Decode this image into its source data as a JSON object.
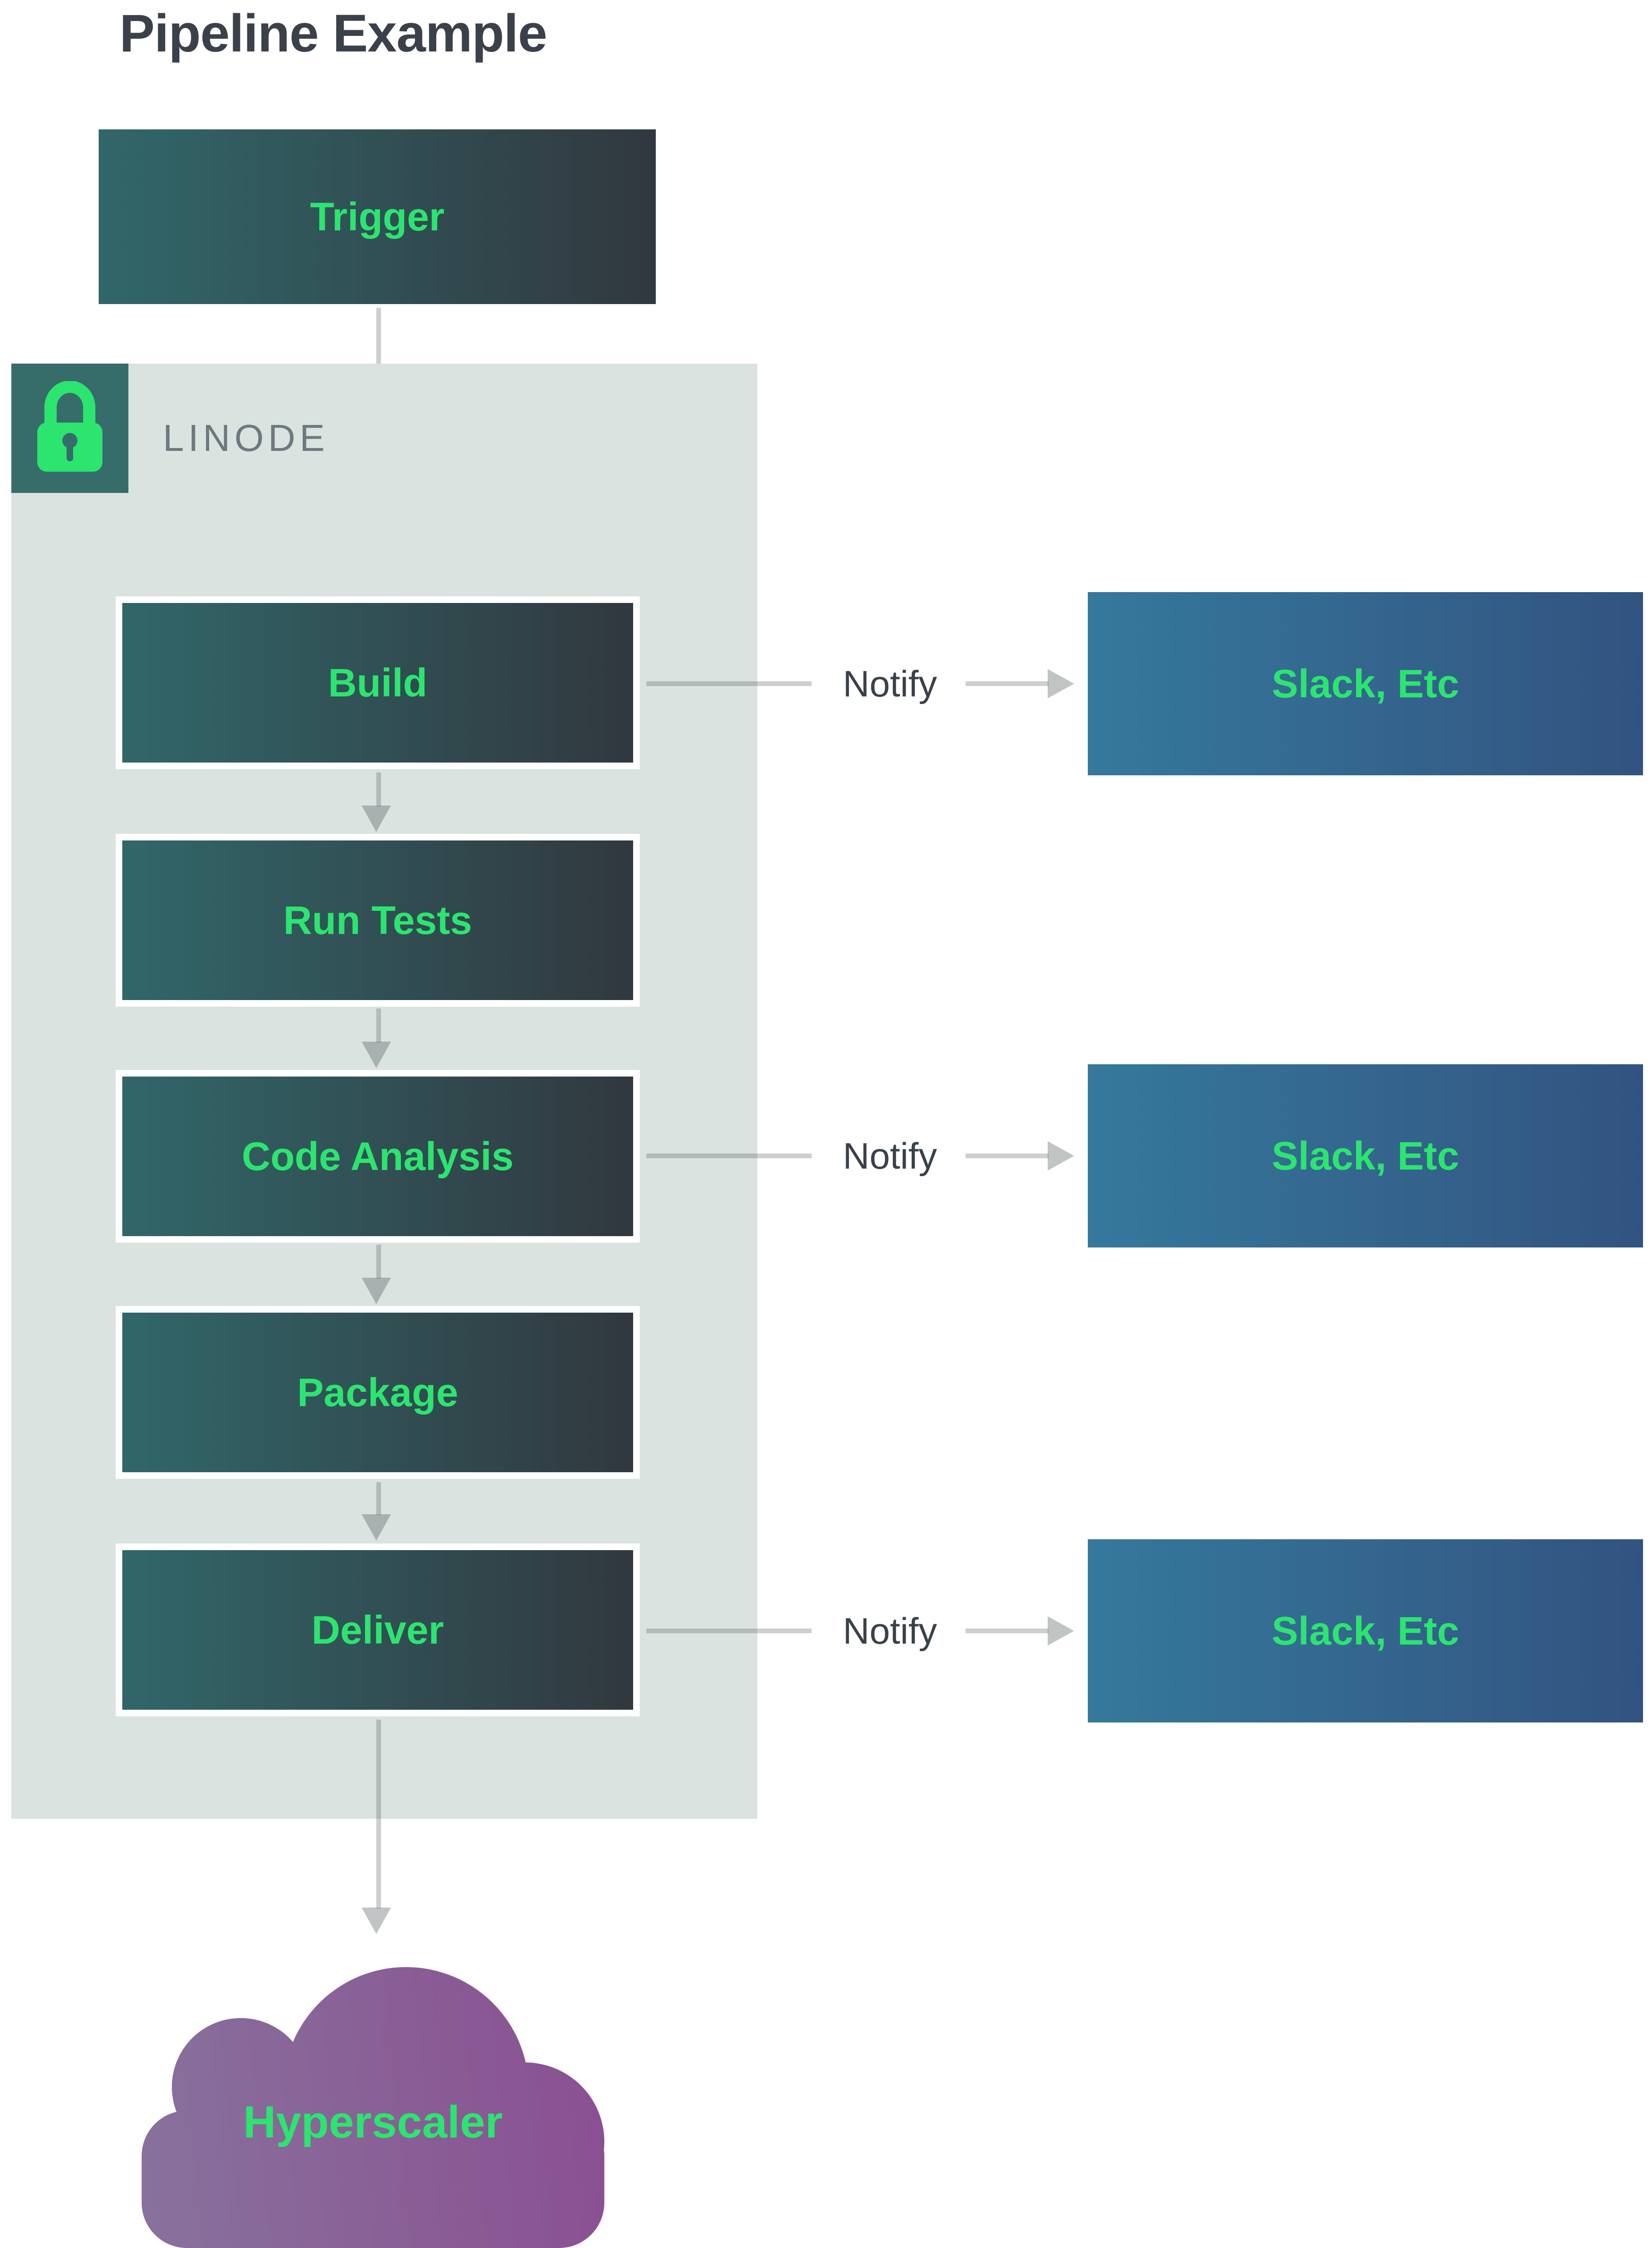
{
  "title": "Pipeline Example",
  "trigger": {
    "label": "Trigger"
  },
  "linode": {
    "label": "LINODE",
    "lock_icon": "lock-icon"
  },
  "stages": [
    {
      "label": "Build",
      "notify": true
    },
    {
      "label": "Run Tests",
      "notify": false
    },
    {
      "label": "Code Analysis",
      "notify": true
    },
    {
      "label": "Package",
      "notify": false
    },
    {
      "label": "Deliver",
      "notify": true
    }
  ],
  "notify_label": "Notify",
  "notify_targets": [
    {
      "label": "Slack, Etc"
    },
    {
      "label": "Slack, Etc"
    },
    {
      "label": "Slack, Etc"
    }
  ],
  "cloud": {
    "label": "Hyperscaler"
  },
  "colors": {
    "accent_green": "#2BE56F",
    "node_gradient_start": "#316769",
    "node_gradient_end": "#31383F",
    "slack_gradient_start": "#35799C",
    "slack_gradient_end": "#325380",
    "cloud_gradient_start": "#88719C",
    "cloud_gradient_end": "#8A5092",
    "container_bg": "#DBE3E1",
    "lock_square_bg": "#366D6A",
    "title_text": "#3A414B",
    "linode_text": "#6E797F",
    "arrow_gray": "rgba(62,72,70,0.3)",
    "page_bg": "#FFFFFF"
  }
}
